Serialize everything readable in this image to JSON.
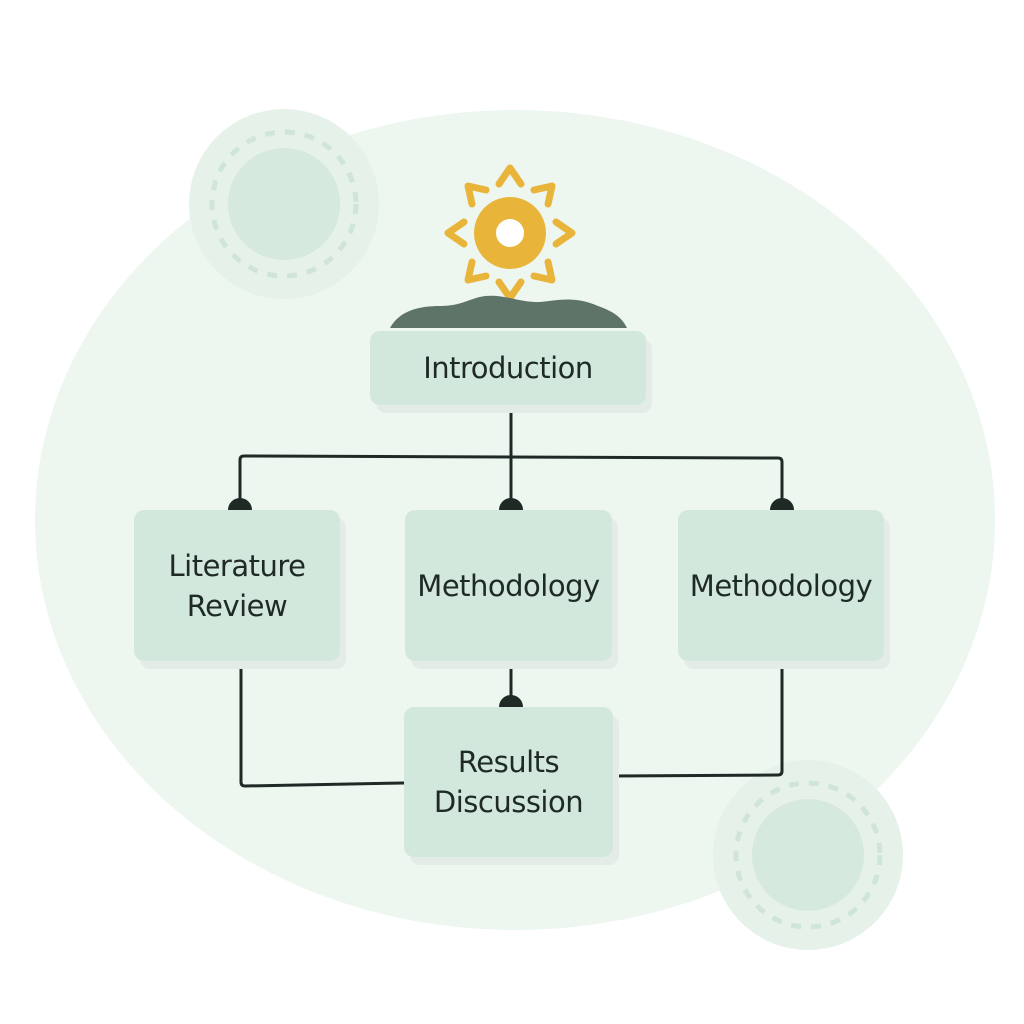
{
  "diagram": {
    "nodes": {
      "introduction": {
        "label": "Introduction"
      },
      "literature_review": {
        "line1": "Literature",
        "line2": "Review"
      },
      "methodology_center": {
        "label": "Methodology"
      },
      "methodology_right": {
        "label": "Methodology"
      },
      "results_discussion": {
        "line1": "Results",
        "line2": "Discussion"
      }
    },
    "icon": "sun-icon",
    "colors": {
      "node_fill": "#d3e8dc",
      "connector": "#1f2a26",
      "sun": "#e8b53a",
      "hill": "#5e7468",
      "background_blob": "#eef6f0"
    }
  }
}
